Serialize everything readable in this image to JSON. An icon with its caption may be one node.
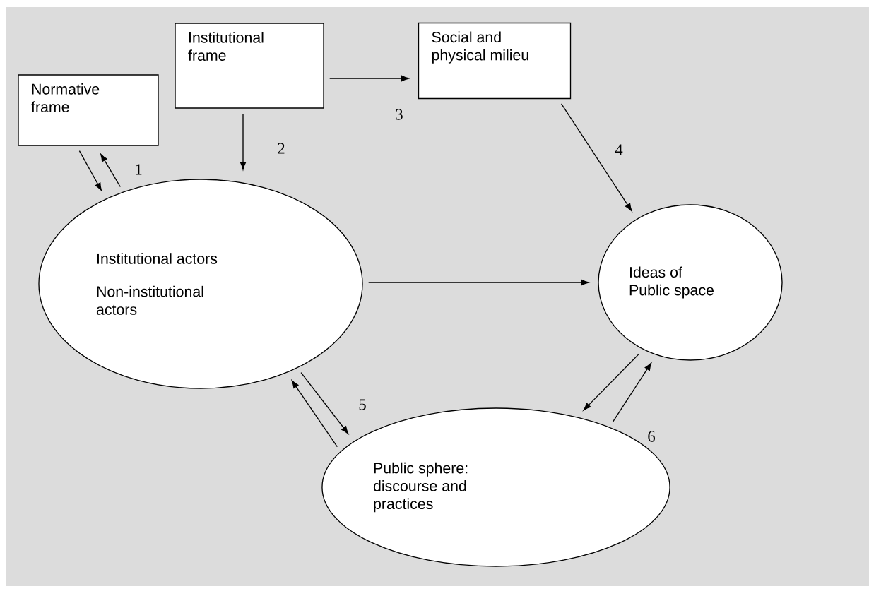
{
  "diagram": {
    "nodes": [
      {
        "text": [
          "Normative frame"
        ]
      },
      {
        "text": [
          "Institutional frame"
        ]
      },
      {
        "text": [
          "Social and physical milieu"
        ]
      },
      {
        "text": [
          "Institutional actors",
          "Non-institutional actors"
        ]
      },
      {
        "text": [
          "Ideas of Public space"
        ]
      },
      {
        "text": [
          "Public sphere: discourse and practices"
        ]
      }
    ],
    "edges": [
      {
        "from": 0,
        "to": 3,
        "arrow": "to"
      },
      {
        "from": 3,
        "to": 0,
        "arrow": "to",
        "label": "1"
      },
      {
        "from": 1,
        "to": 3,
        "arrow": "to",
        "label": "2"
      },
      {
        "from": 1,
        "to": 2,
        "arrow": "to",
        "label": "3"
      },
      {
        "from": 2,
        "to": 4,
        "arrow": "to",
        "label": "4"
      },
      {
        "from": 3,
        "to": 4,
        "arrow": "to"
      },
      {
        "from": 3,
        "to": 5,
        "arrow": "to",
        "label": "5"
      },
      {
        "from": 5,
        "to": 3,
        "arrow": "to"
      },
      {
        "from": 4,
        "to": 5,
        "arrow": "to"
      },
      {
        "from": 5,
        "to": 4,
        "arrow": "to",
        "label": "6"
      }
    ]
  }
}
